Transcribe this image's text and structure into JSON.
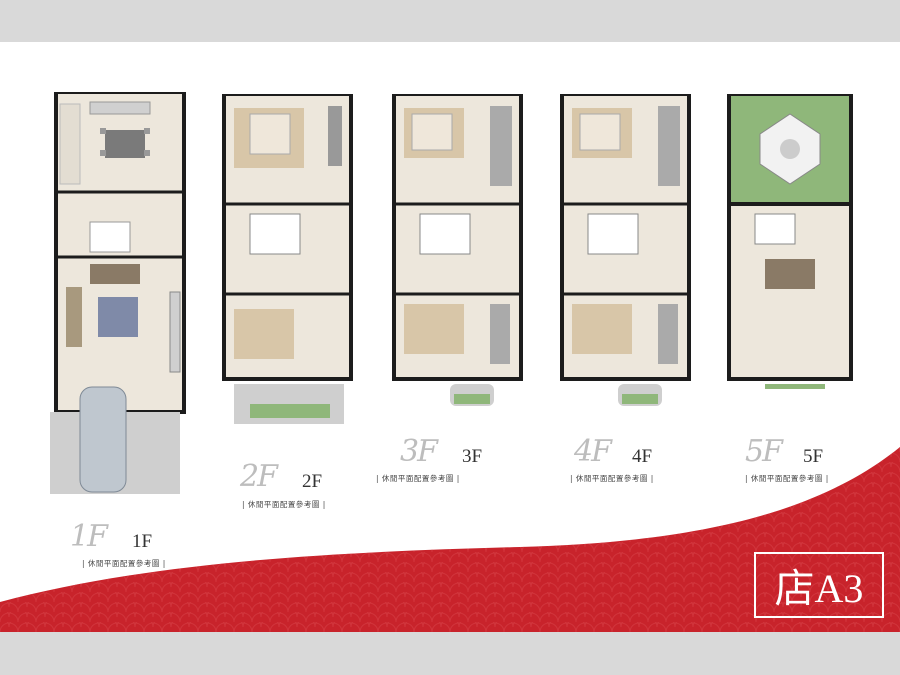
{
  "floors": [
    {
      "id": "1f",
      "script": "1F",
      "label": "1F",
      "caption": "| 休閒平面配置參考圖 |"
    },
    {
      "id": "2f",
      "script": "2F",
      "label": "2F",
      "caption": "| 休閒平面配置參考圖 |"
    },
    {
      "id": "3f",
      "script": "3F",
      "label": "3F",
      "caption": "| 休閒平面配置參考圖 |"
    },
    {
      "id": "4f",
      "script": "4F",
      "label": "4F",
      "caption": "| 休閒平面配置參考圖 |"
    },
    {
      "id": "5f",
      "script": "5F",
      "label": "5F",
      "caption": "| 休閒平面配置參考圖 |"
    }
  ],
  "badge": "店A3",
  "colors": {
    "accent_red": "#c8232b",
    "wall": "#1c1c1c",
    "floor": "#ede7dc",
    "wood": "#d8c6a8",
    "garden": "#8fb77a"
  }
}
